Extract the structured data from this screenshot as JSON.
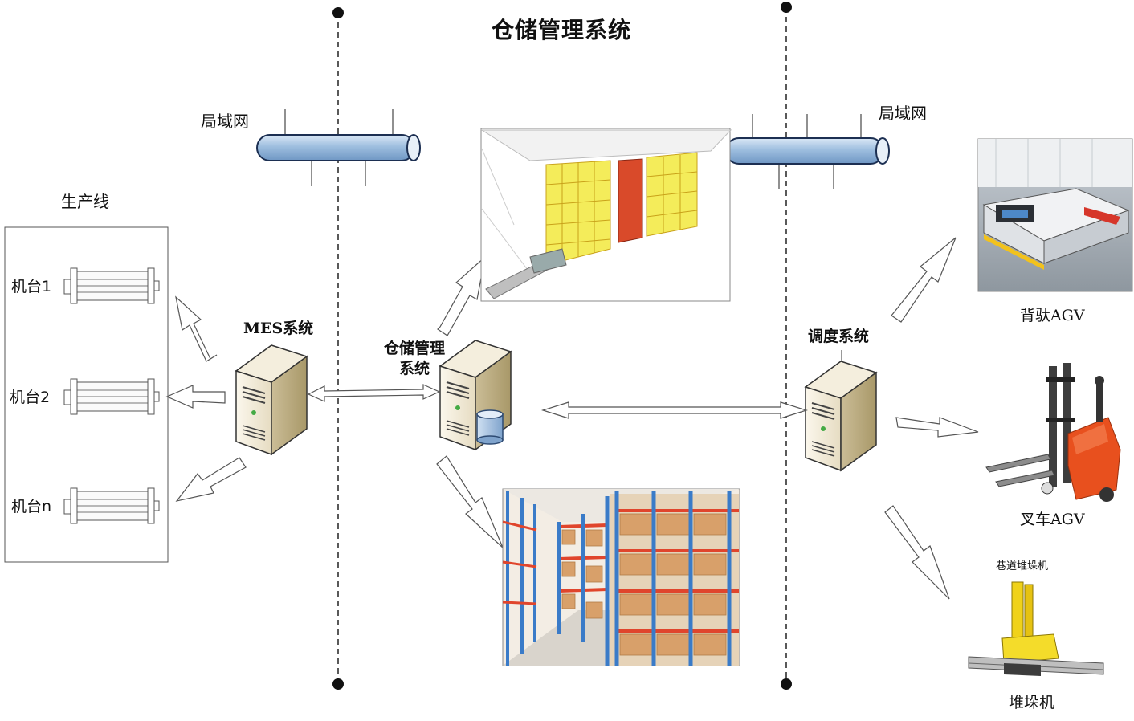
{
  "title": "仓储管理系统",
  "lan_left_label": "局域网",
  "lan_right_label": "局域网",
  "production_line": {
    "label": "生产线",
    "machines": [
      "机台1",
      "机台2",
      "机台n"
    ]
  },
  "systems": {
    "mes": "MES系统",
    "wms": "仓储管理\n系统",
    "dispatch": "调度系统"
  },
  "devices": {
    "piggyback_agv": "背驮AGV",
    "forklift_agv": "叉车AGV",
    "stacker": "堆垛机",
    "stacker_caption": "巷道堆垛机"
  },
  "colors": {
    "pipe": "#b7cfe8",
    "server": "#f1e9d2",
    "rack_yellow": "#f4ec5a",
    "rack_red": "#e0452c",
    "rack_blue": "#3a7bc8"
  }
}
